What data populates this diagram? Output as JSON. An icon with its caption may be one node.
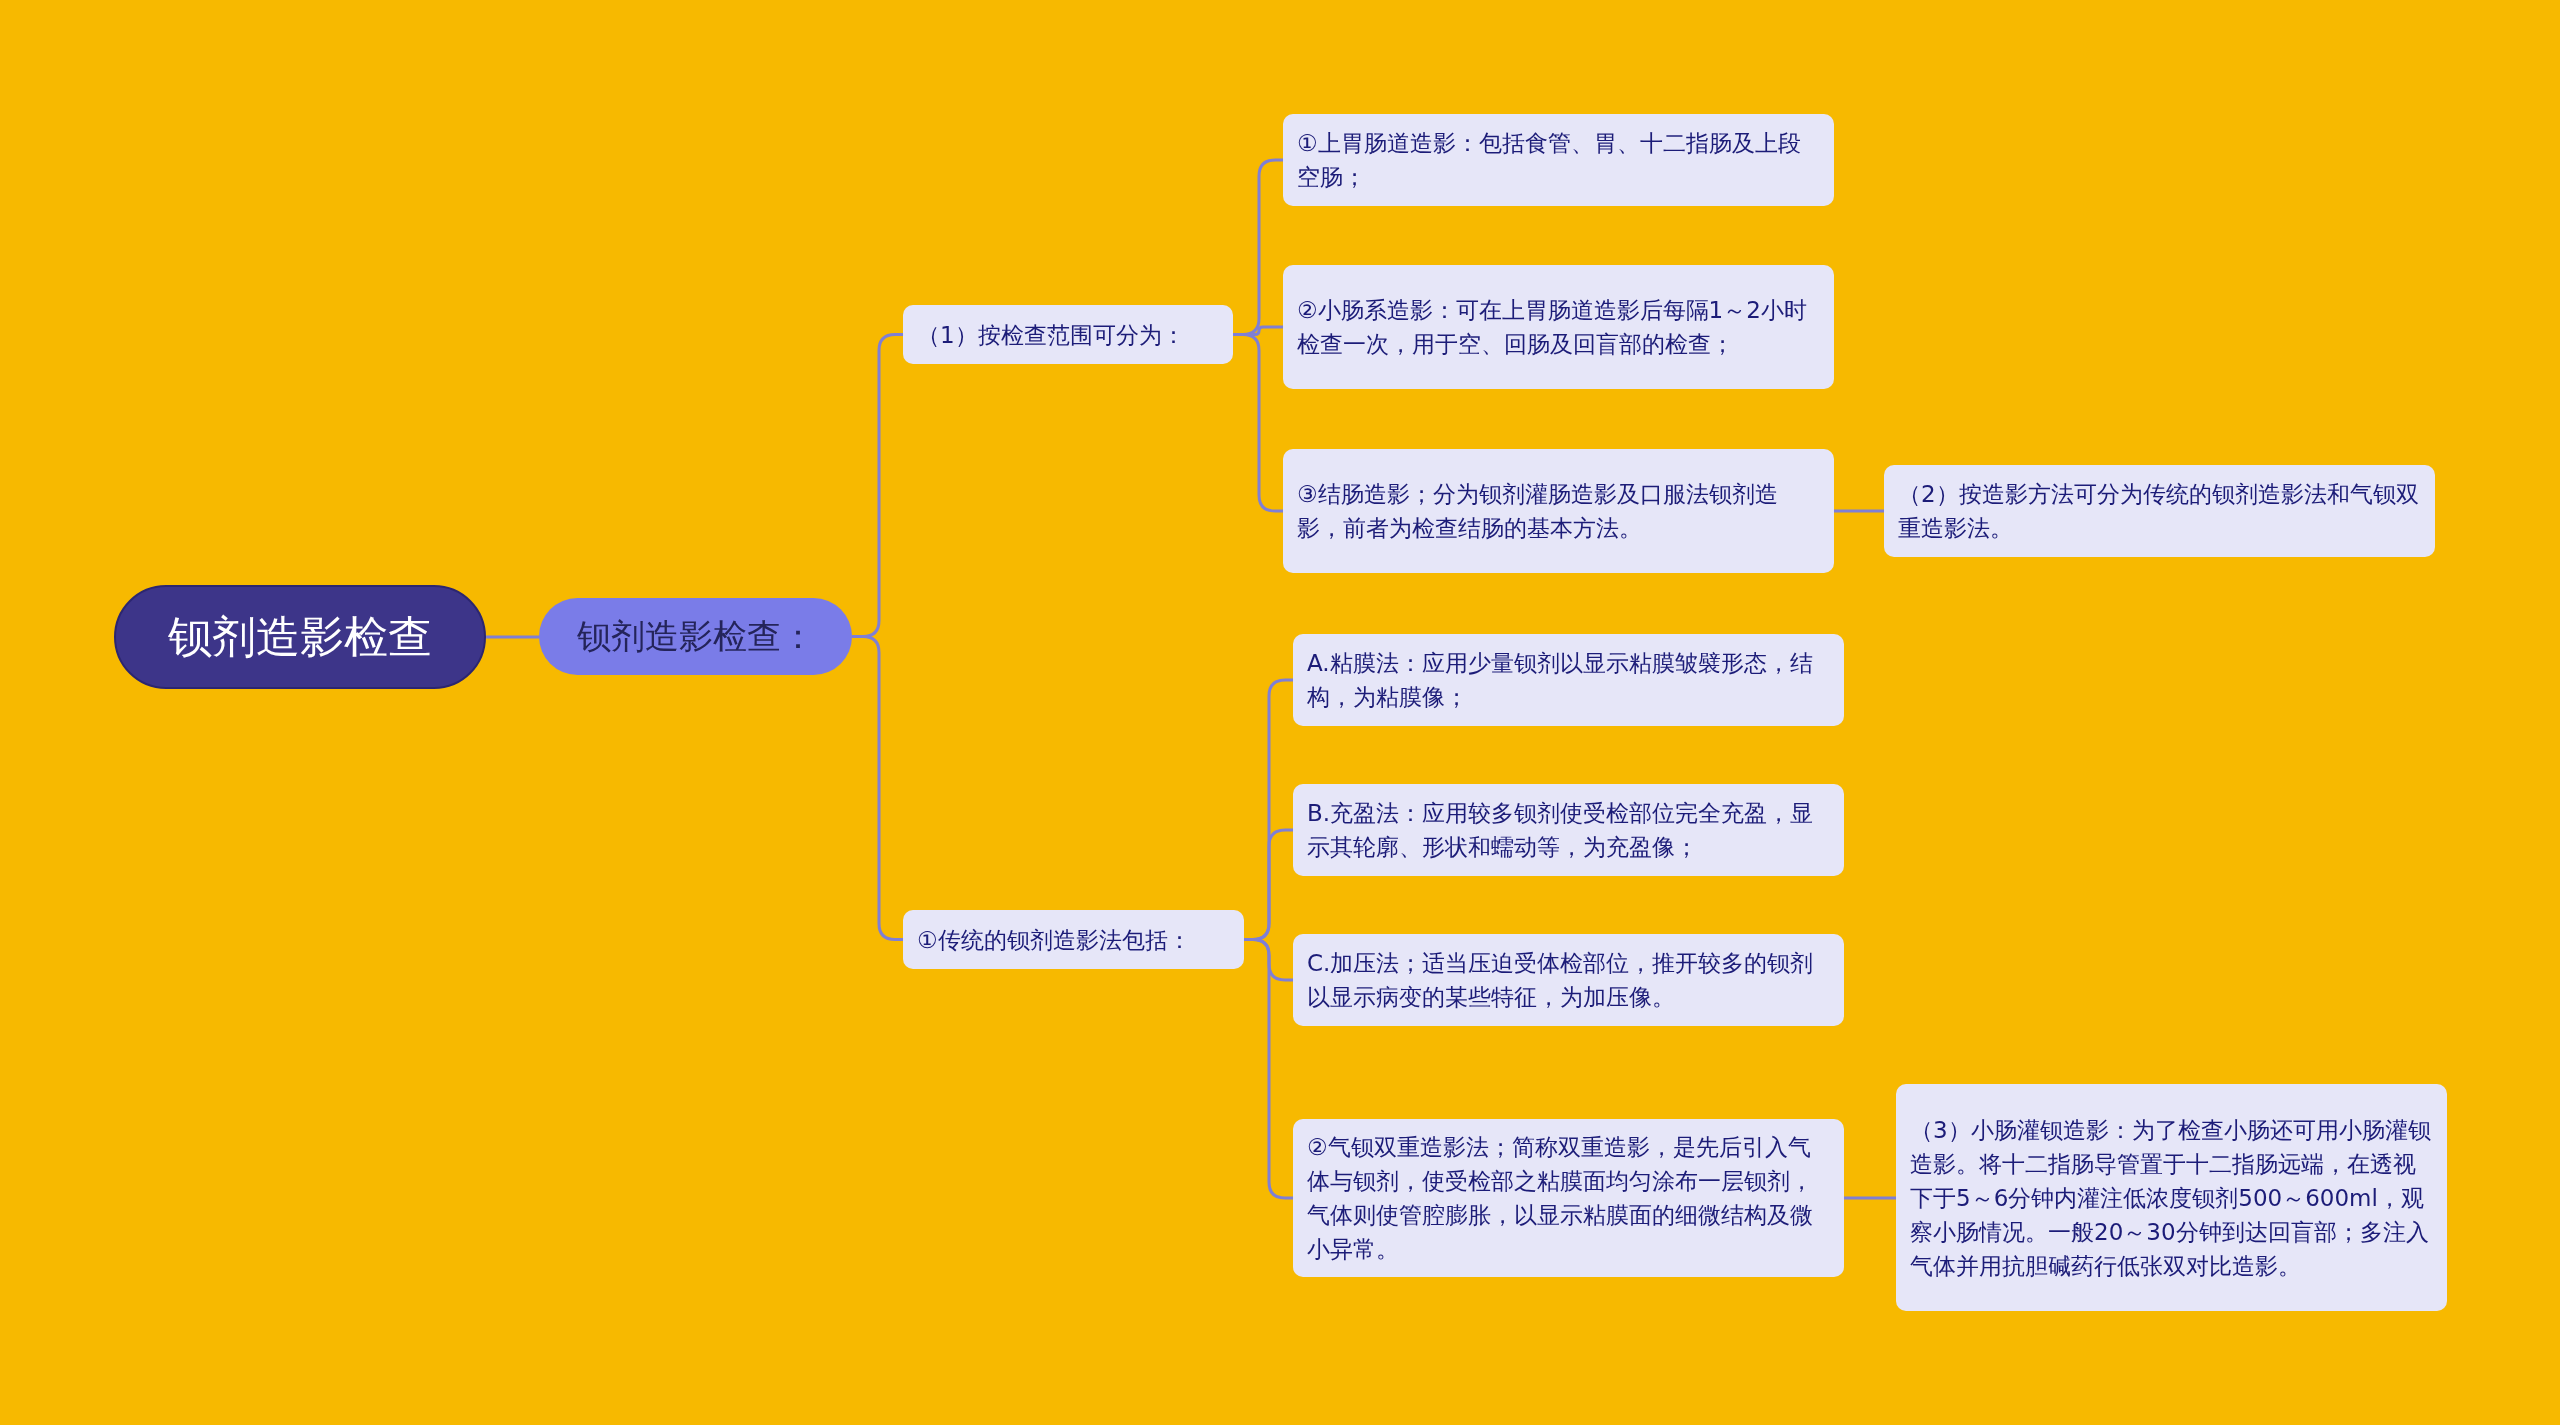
{
  "diagram": {
    "nodes": [
      {
        "text": [
          "钡剂造影检查"
        ]
      },
      {
        "text": [
          "钡剂造影检查："
        ]
      },
      {
        "text": [
          "（1）按检查范围可分为："
        ]
      },
      {
        "text": [
          "①上胃肠道造影：包括食管、胃、十二指肠及上段空肠；"
        ]
      },
      {
        "text": [
          "②小肠系造影：可在上胃肠道造影后每隔1～2小时检查一次，用于空、回肠及回盲部的检查；"
        ]
      },
      {
        "text": [
          "③结肠造影；分为钡剂灌肠造影及口服法钡剂造影，前者为检查结肠的基本方法。"
        ]
      },
      {
        "text": [
          "（2）按造影方法可分为传统的钡剂造影法和气钡双重造影法。"
        ]
      },
      {
        "text": [
          "①传统的钡剂造影法包括："
        ]
      },
      {
        "text": [
          "A.粘膜法：应用少量钡剂以显示粘膜皱襞形态，结构，为粘膜像；"
        ]
      },
      {
        "text": [
          "B.充盈法：应用较多钡剂使受检部位完全充盈，显示其轮廓、形状和蠕动等，为充盈像；"
        ]
      },
      {
        "text": [
          "C.加压法；适当压迫受体检部位，推开较多的钡剂以显示病变的某些特征，为加压像。"
        ]
      },
      {
        "text": [
          "②气钡双重造影法；简称双重造影，是先后引入气体与钡剂，使受检部之粘膜面均匀涂布一层钡剂，气体则使管腔膨胀，以显示粘膜面的细微结构及微小异常。"
        ]
      },
      {
        "text": [
          "（3）小肠灌钡造影：为了检查小肠还可用小肠灌钡造影。将十二指肠导管置于十二指肠远端，在透视下于5～6分钟内灌注低浓度钡剂500～600ml，观察小肠情况。一般20～30分钟到达回盲部；多注入气体并用抗胆碱药行低张双对比造影。"
        ]
      }
    ],
    "edges": [
      {
        "from": 0,
        "to": 1,
        "arrow": "none"
      },
      {
        "from": 1,
        "to": 2,
        "arrow": "none"
      },
      {
        "from": 1,
        "to": 7,
        "arrow": "none"
      },
      {
        "from": 2,
        "to": 3,
        "arrow": "none"
      },
      {
        "from": 2,
        "to": 4,
        "arrow": "none"
      },
      {
        "from": 2,
        "to": 5,
        "arrow": "none"
      },
      {
        "from": 5,
        "to": 6,
        "arrow": "none"
      },
      {
        "from": 7,
        "to": 8,
        "arrow": "none"
      },
      {
        "from": 7,
        "to": 9,
        "arrow": "none"
      },
      {
        "from": 7,
        "to": 10,
        "arrow": "none"
      },
      {
        "from": 7,
        "to": 11,
        "arrow": "none"
      },
      {
        "from": 11,
        "to": 12,
        "arrow": "none"
      }
    ]
  }
}
